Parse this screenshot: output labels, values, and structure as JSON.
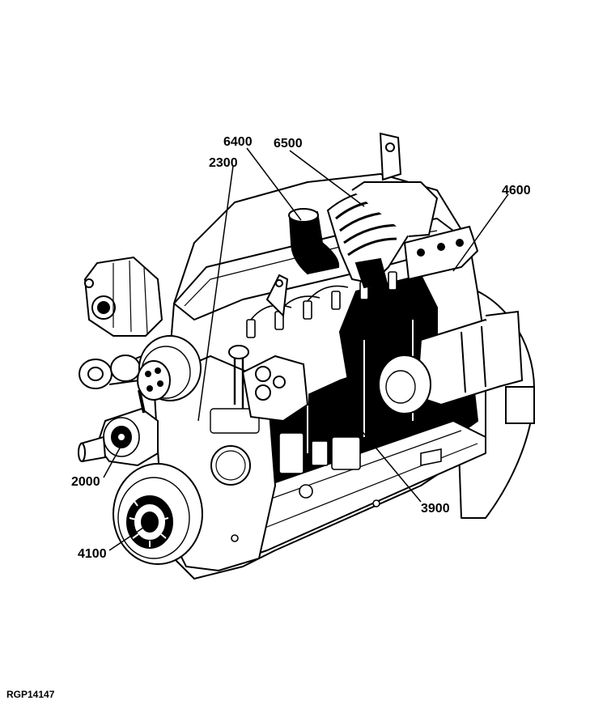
{
  "figure_id": "RGP14147",
  "callouts": {
    "c6400": "6400",
    "c6500": "6500",
    "c2300": "2300",
    "c4600": "4600",
    "c2000": "2000",
    "c3900": "3900",
    "c4100": "4100"
  },
  "colors": {
    "ink": "#000000",
    "paper": "#ffffff"
  }
}
